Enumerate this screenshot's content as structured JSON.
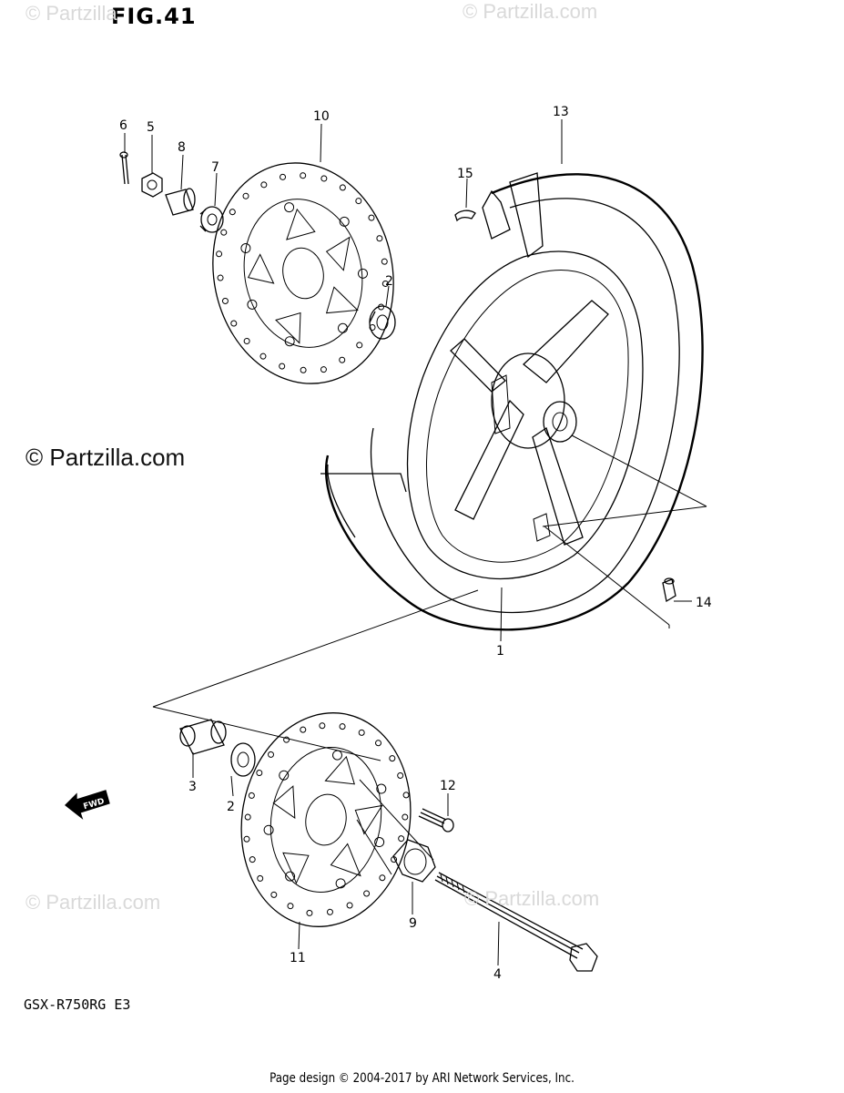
{
  "figure": {
    "title": "FIG.41"
  },
  "watermarks": {
    "faint_top_left": "© Partzilla",
    "faint_top_right": "© Partzilla.com",
    "strong_left": "© Partzilla.com",
    "faint_bottom_left": "© Partzilla.com",
    "faint_bottom_right": "© Partzilla.com"
  },
  "callouts": {
    "c1": "1",
    "c2a": "2",
    "c2b": "2",
    "c3": "3",
    "c4": "4",
    "c5": "5",
    "c6": "6",
    "c7": "7",
    "c8": "8",
    "c9": "9",
    "c10": "10",
    "c11": "11",
    "c12": "12",
    "c13": "13",
    "c14": "14",
    "c15": "15"
  },
  "fwd_label": "FWD",
  "model_code": "GSX-R750RG  E3",
  "footer": "Page design © 2004-2017 by ARI Network Services, Inc."
}
